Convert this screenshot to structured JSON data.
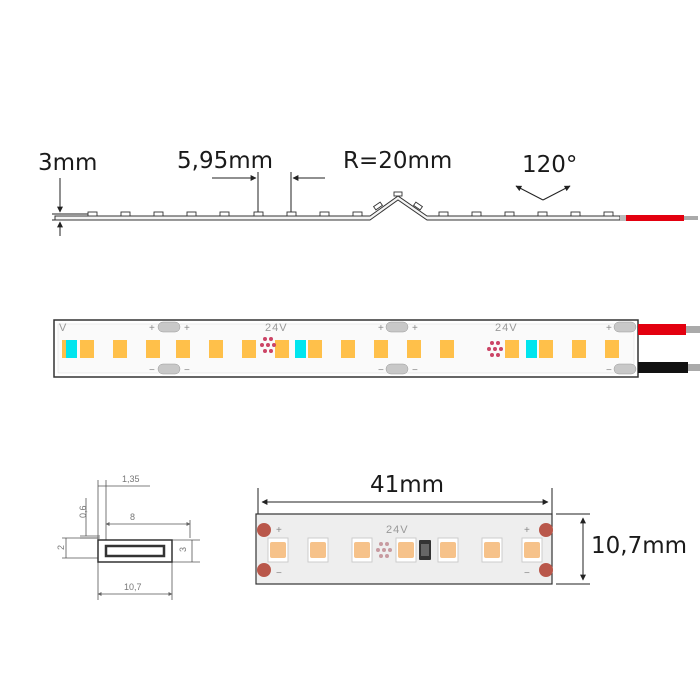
{
  "labels": {
    "height": "3mm",
    "pitch": "5,95mm",
    "radius": "R=20mm",
    "angle": "120°",
    "width": "41mm",
    "strip_width": "10,7mm"
  },
  "strip": {
    "voltage": "24V",
    "plus": "+",
    "minus": "−",
    "corner_mark": "V"
  },
  "profile": {
    "dim_135": "1,35",
    "dim_06": "0,6",
    "dim_8": "8",
    "dim_2": "2",
    "dim_3": "3",
    "dim_107": "10,7"
  },
  "colors": {
    "led": "#FFC04A",
    "resistor_tint": "#00E5EE",
    "wire_positive": "#E3000F",
    "wire_negative": "#111111",
    "led_warm": "#F6C28A",
    "pad": "#C0392B"
  }
}
